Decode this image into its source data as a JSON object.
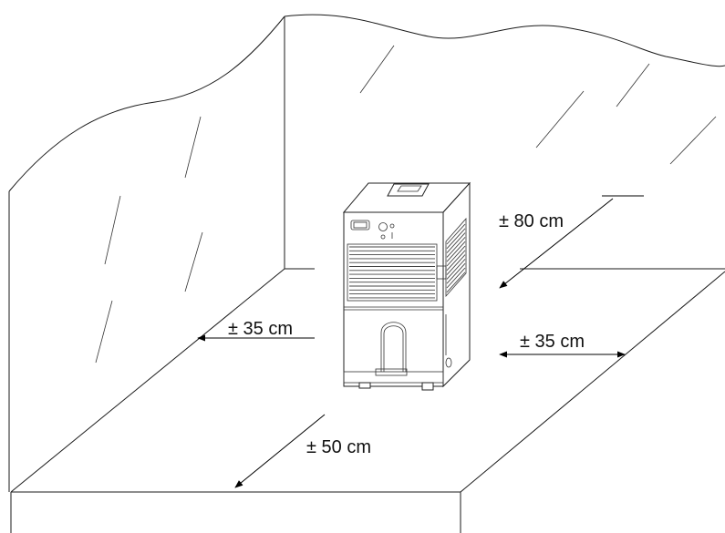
{
  "diagram": {
    "labels": {
      "top": "± 80 cm",
      "left": "± 35 cm",
      "right": "± 35 cm",
      "front": "± 50 cm"
    }
  }
}
